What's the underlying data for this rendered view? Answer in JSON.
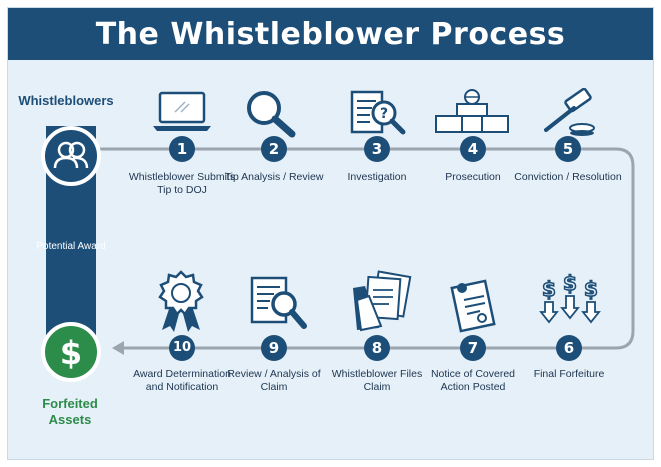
{
  "header": {
    "title": "The Whistleblower Process"
  },
  "sidebar": {
    "top_label": "Whistleblowers",
    "pillar_label": "Potential Award",
    "bottom_label": "Forfeited Assets",
    "dollar_symbol": "$"
  },
  "steps": [
    {
      "number": "1",
      "label": "Whistleblower Submits Tip to DOJ",
      "icon": "laptop-icon"
    },
    {
      "number": "2",
      "label": "Tip Analysis / Review",
      "icon": "magnifying-glass-icon"
    },
    {
      "number": "3",
      "label": "Investigation",
      "icon": "document-question-icon"
    },
    {
      "number": "4",
      "label": "Prosecution",
      "icon": "courtroom-scales-icon"
    },
    {
      "number": "5",
      "label": "Conviction / Resolution",
      "icon": "gavel-icon"
    },
    {
      "number": "6",
      "label": "Final Forfeiture",
      "icon": "dollar-arrows-icon"
    },
    {
      "number": "7",
      "label": "Notice of Covered Action Posted",
      "icon": "notice-document-icon"
    },
    {
      "number": "8",
      "label": "Whistleblower Files Claim",
      "icon": "claim-folder-icon"
    },
    {
      "number": "9",
      "label": "Review / Analysis of Claim",
      "icon": "document-magnifier-icon"
    },
    {
      "number": "10",
      "label": "Award Determination and Notification",
      "icon": "award-ribbon-icon"
    }
  ],
  "colors": {
    "navy": "#1d4e78",
    "green": "#2c8c4a",
    "background": "#e6f0f8",
    "line": "#9aa5ad"
  }
}
